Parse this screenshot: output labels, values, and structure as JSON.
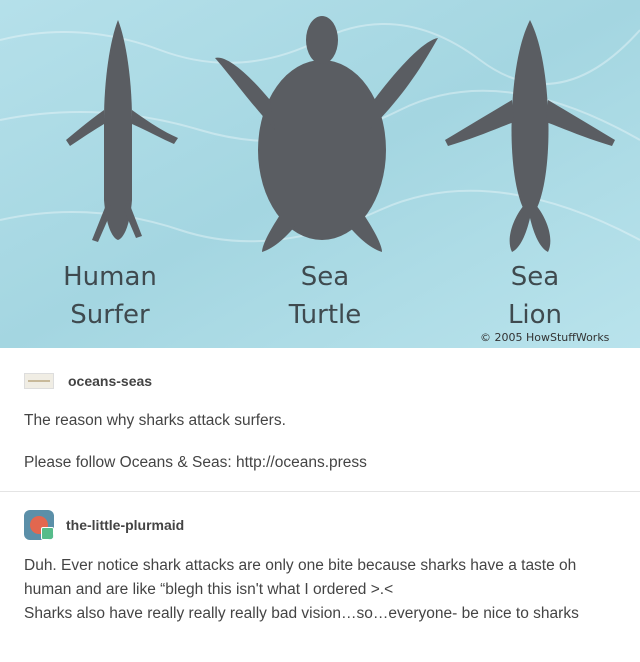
{
  "image": {
    "captions": [
      {
        "line1": "Human",
        "line2": "Surfer"
      },
      {
        "line1": "Sea",
        "line2": "Turtle"
      },
      {
        "line1": "Sea",
        "line2": "Lion"
      }
    ],
    "copyright": "© 2005 HowStuffWorks",
    "colors": {
      "water": "#a9d9e3",
      "silhouette": "#5a5d62"
    }
  },
  "posts": [
    {
      "username": "oceans-seas",
      "lines": [
        "The reason why sharks attack surfers.",
        "Please follow Oceans & Seas: http://oceans.press"
      ]
    },
    {
      "username": "the-little-plurmaid",
      "lines": [
        "Duh. Ever notice shark attacks are only one bite because sharks have a taste oh human and are like “blegh this isn't what I ordered >.<",
        "Sharks also have really really really bad vision…so…everyone- be nice to sharks"
      ]
    }
  ]
}
